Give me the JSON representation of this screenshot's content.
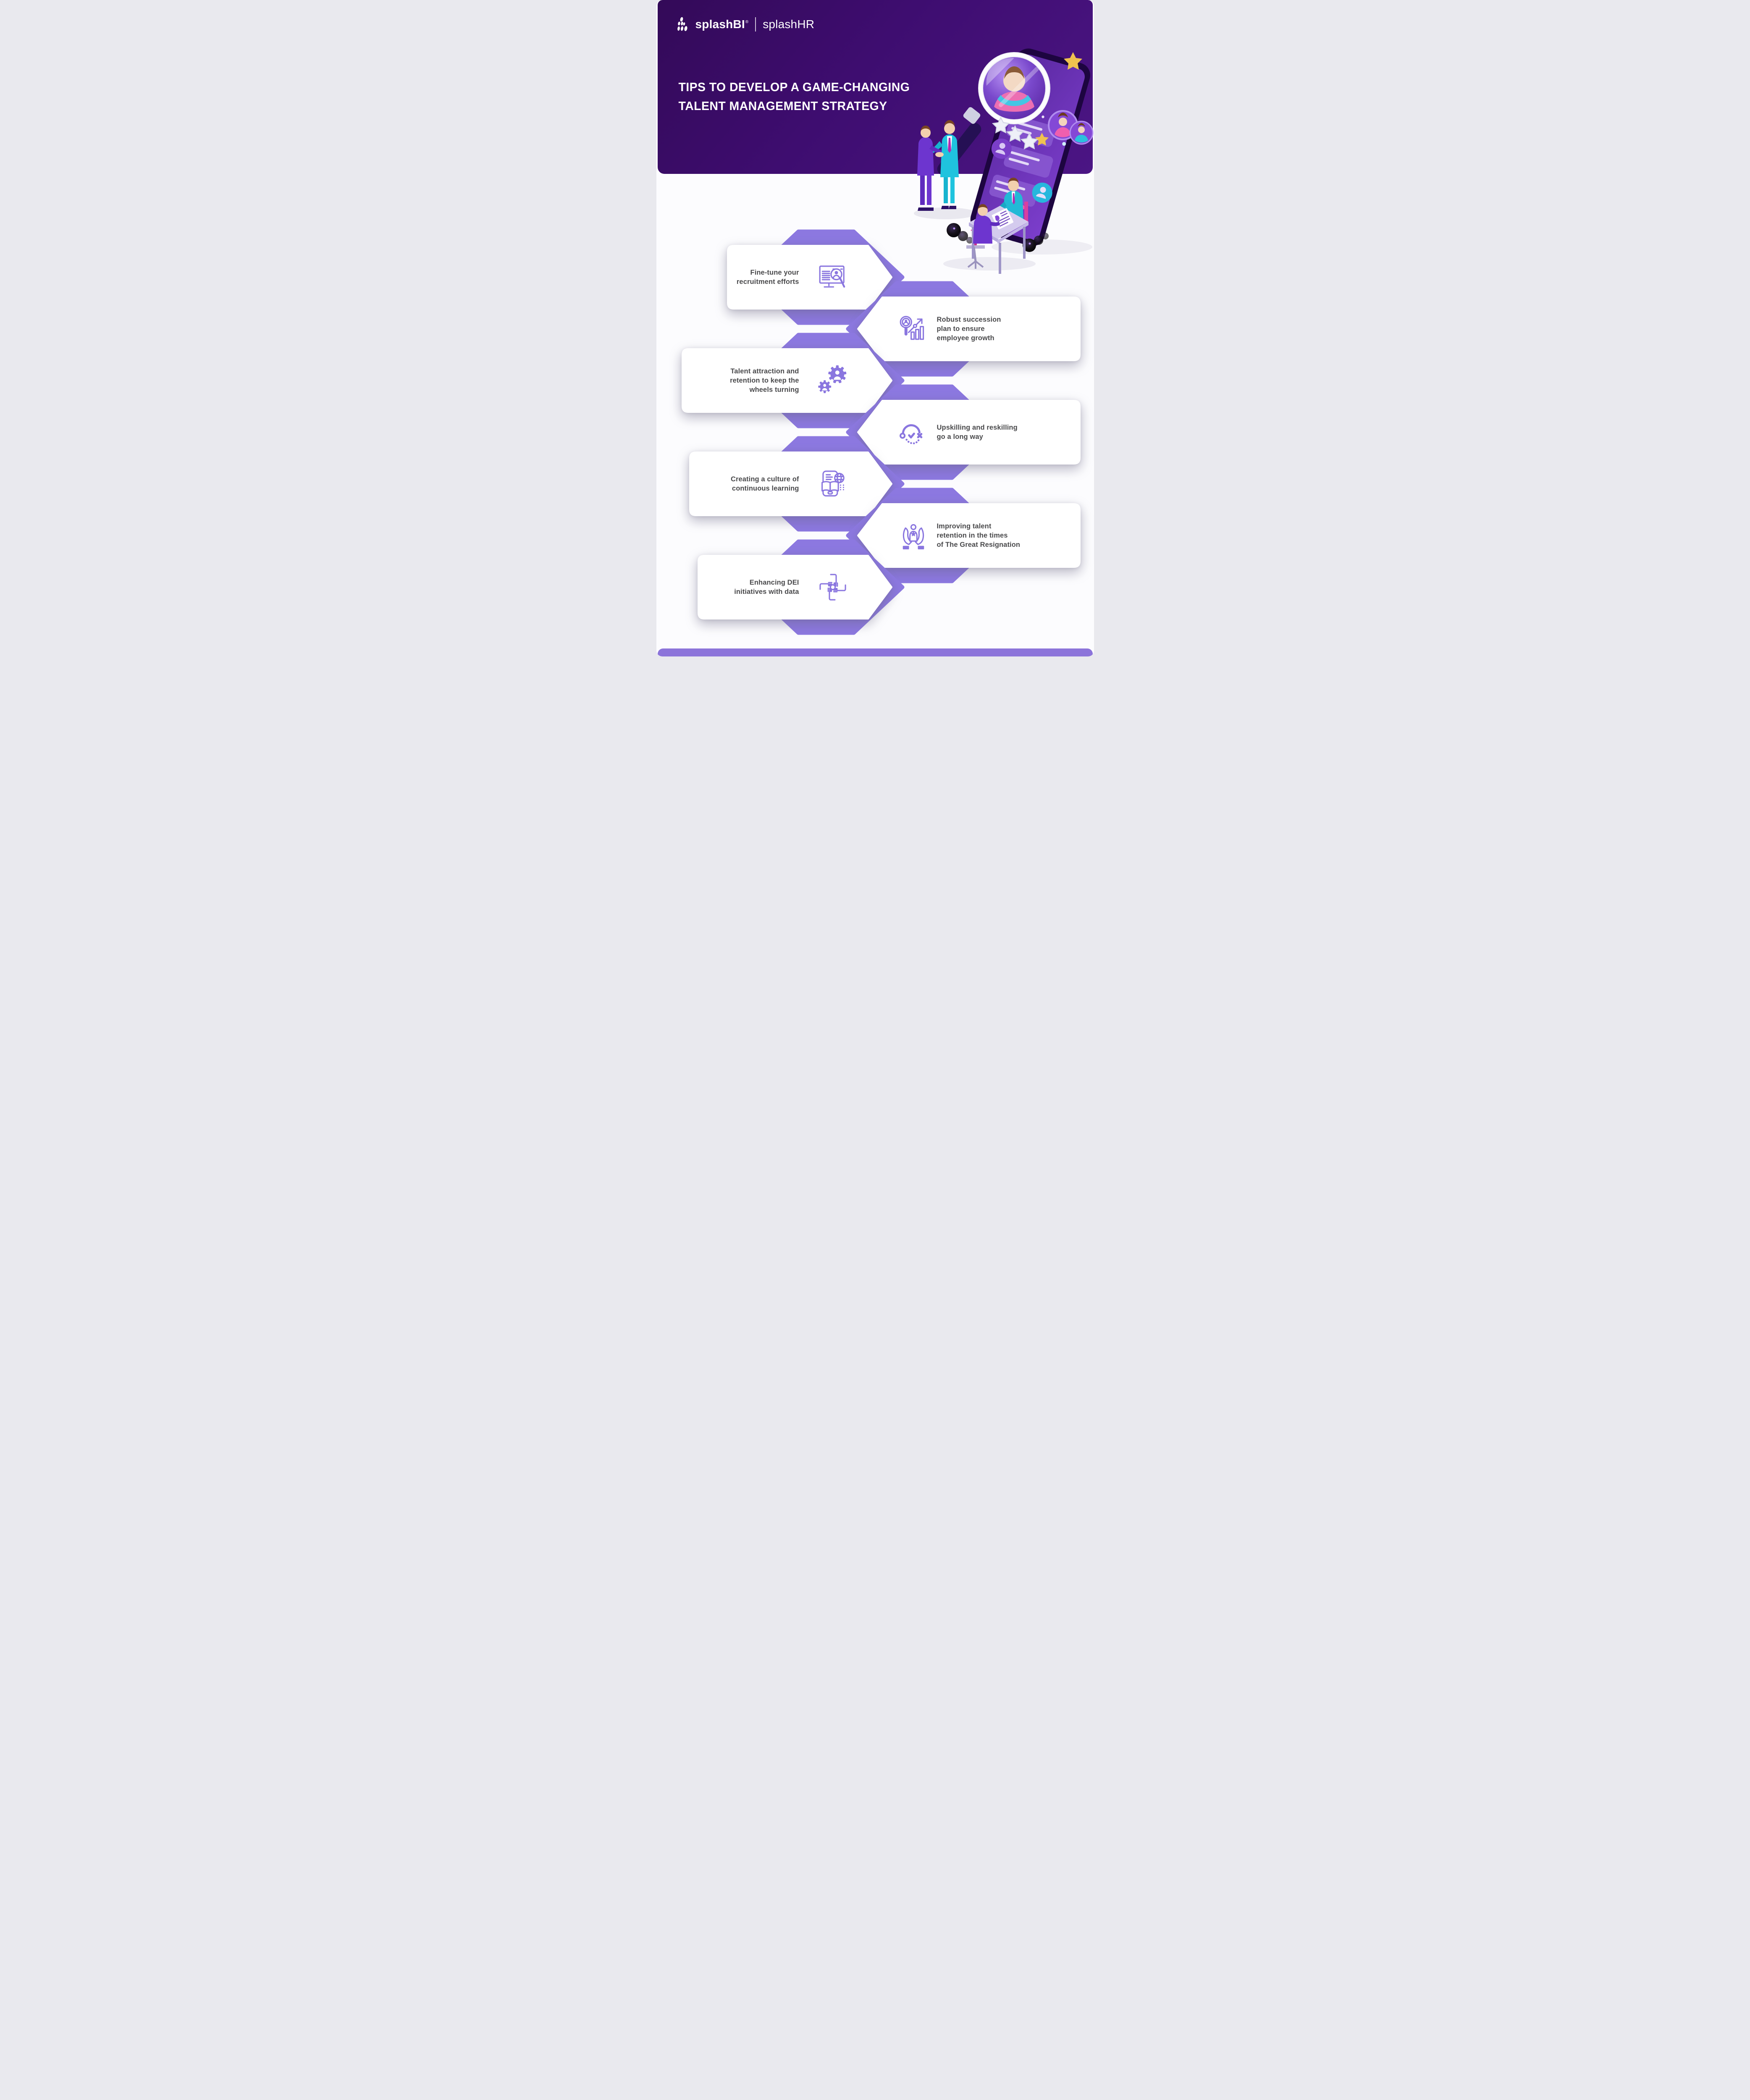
{
  "header": {
    "logo": {
      "icon": "splash-droplets-icon",
      "brand_primary": "splashBI",
      "registered_mark": "®",
      "brand_secondary": "splashHR"
    },
    "title_line1": "TIPS TO DEVELOP A GAME-CHANGING",
    "title_line2": "TALENT MANAGEMENT STRATEGY",
    "illustration": "talent-search-recruitment-illustration"
  },
  "tips": [
    {
      "side": "left",
      "icon": "resume-screening-icon",
      "label": "Fine-tune your recruitment efforts",
      "lines": [
        "Fine-tune your",
        "recruitment efforts"
      ]
    },
    {
      "side": "right",
      "icon": "succession-growth-icon",
      "label": "Robust succession plan to ensure employee growth",
      "lines": [
        "Robust succession",
        "plan to ensure",
        "employee growth"
      ]
    },
    {
      "side": "left",
      "icon": "gears-people-icon",
      "label": "Talent attraction and retention to keep the wheels turning",
      "lines": [
        "Talent attraction and",
        "retention to keep the",
        "wheels turning"
      ]
    },
    {
      "side": "right",
      "icon": "skill-path-icon",
      "label": "Upskilling and reskilling go a long way",
      "lines": [
        "Upskilling and reskilling",
        "go a long way"
      ]
    },
    {
      "side": "left",
      "icon": "mobile-learning-icon",
      "label": "Creating a culture of continuous learning",
      "lines": [
        "Creating a culture of",
        "continuous learning"
      ]
    },
    {
      "side": "right",
      "icon": "caring-hands-icon",
      "label": "Improving talent retention in the times of The Great Resignation",
      "lines": [
        "Improving talent",
        "retention in the times",
        "of The Great Resignation"
      ]
    },
    {
      "side": "left",
      "icon": "united-hands-icon",
      "label": "Enhancing DEI initiatives with data",
      "lines": [
        "Enhancing DEI",
        "initiatives with data"
      ]
    }
  ],
  "colors": {
    "header_gradient_start": "#330a58",
    "header_gradient_end": "#4b1584",
    "hexagon_purple": "#8c78e0",
    "icon_purple": "#8a76df",
    "card_white": "#ffffff",
    "text_dark": "#4a4a4c",
    "bottom_bar": "#8c74da",
    "background": "#fcfcfe"
  }
}
